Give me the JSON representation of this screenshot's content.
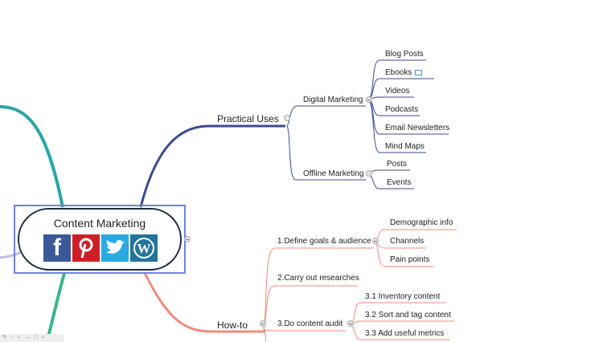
{
  "root": {
    "title": "Content Marketing",
    "icons": [
      {
        "name": "facebook-icon",
        "glyph": "f",
        "color": "#3b5998"
      },
      {
        "name": "pinterest-icon",
        "glyph": "P",
        "color": "#cb2027"
      },
      {
        "name": "twitter-icon",
        "glyph": "bird",
        "color": "#2aa9e0"
      },
      {
        "name": "wordpress-icon",
        "glyph": "W",
        "color": "#21759b"
      }
    ]
  },
  "branches": {
    "practical_uses": {
      "label": "Practical Uses",
      "color": "#3d4a8f",
      "children": [
        {
          "label": "Digital Marketing",
          "children": [
            "Blog Posts",
            "Ebooks",
            "Videos",
            "Podcasts",
            "Email Newsletters",
            "Mind Maps"
          ]
        },
        {
          "label": "Offline Marketing",
          "children": [
            "Posts",
            "Events"
          ]
        }
      ]
    },
    "how_to": {
      "label": "How-to",
      "color": "#f08a7e",
      "children": [
        {
          "label": "1.Define goals & audience",
          "children": [
            "Demographic info",
            "Channels",
            "Pain points"
          ]
        },
        {
          "label": "2.Carry out researches",
          "children": []
        },
        {
          "label": "3.Do content audit",
          "children": [
            "3.1 Inventory content",
            "3.2 Sort and tag content",
            "3.3 Add useful metrics"
          ]
        }
      ]
    }
  },
  "other_branch_colors": {
    "top_left": "#2aa6a6",
    "bottom_left": "#3ab58a",
    "left": "#b8c0e8"
  },
  "toolbar": {
    "items": [
      "pen-icon",
      "lock-icon",
      "zoom-icon",
      "fit-icon",
      "frame-icon",
      "settings-icon"
    ]
  }
}
